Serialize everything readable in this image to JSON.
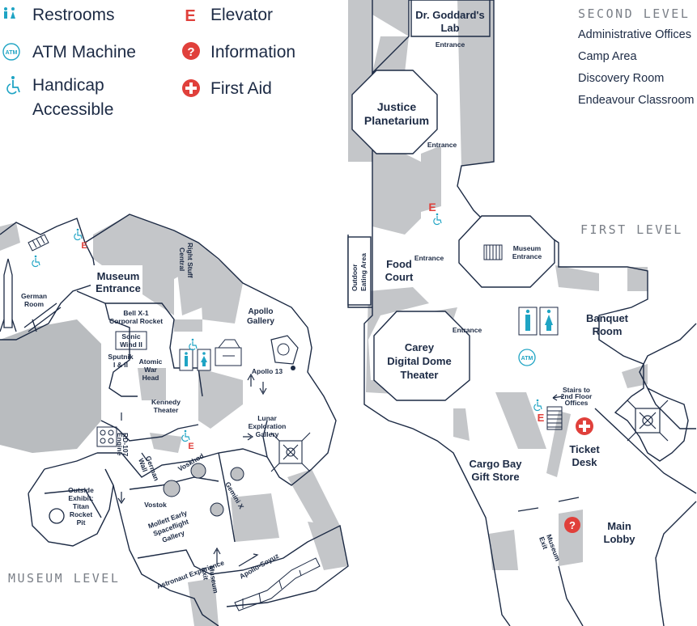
{
  "legend": [
    {
      "icon": "restroom-icon",
      "label": "Restrooms"
    },
    {
      "icon": "atm-icon",
      "label": "ATM Machine"
    },
    {
      "icon": "handicap-icon",
      "label": "Handicap",
      "label2": "Accessible"
    },
    {
      "icon": "elevator-icon",
      "label": "Elevator"
    },
    {
      "icon": "information-icon",
      "label": "Information"
    },
    {
      "icon": "first-aid-icon",
      "label": "First Aid"
    }
  ],
  "icon_glyphs": {
    "elevator": "E",
    "information": "?",
    "atm": "ATM"
  },
  "second_level": {
    "title": "SECOND LEVEL",
    "items": [
      "Administrative Offices",
      "Camp Area",
      "Discovery Room",
      "Endeavour Classroom"
    ]
  },
  "first_level": {
    "title": "FIRST LEVEL",
    "labels": {
      "goddard": [
        "Dr. Goddard's",
        "Lab"
      ],
      "planetarium": [
        "Justice",
        "Planetarium"
      ],
      "food_court": [
        "Food",
        "Court"
      ],
      "outdoor": [
        "Outdoor",
        "Eating Area"
      ],
      "museum_entrance": [
        "Museum",
        "Entrance"
      ],
      "carey": [
        "Carey",
        "Digital Dome",
        "Theater"
      ],
      "banquet": [
        "Banquet",
        "Room"
      ],
      "ticket": [
        "Ticket",
        "Desk"
      ],
      "cargo": [
        "Cargo Bay",
        "Gift Store"
      ],
      "main_lobby": [
        "Main",
        "Lobby"
      ],
      "museum_exit": [
        "Museum",
        "Exit"
      ],
      "stairs": [
        "Stairs to",
        "2nd Floor",
        "Offices"
      ],
      "entrance": "Entrance"
    }
  },
  "museum_level": {
    "title": "MUSEUM LEVEL",
    "labels": {
      "german_room": [
        "German",
        "Room"
      ],
      "museum_entrance": [
        "Museum",
        "Entrance"
      ],
      "right_stuff": [
        "Right Stuff",
        "Central"
      ],
      "bell": [
        "Bell X-1",
        "Corporal Rocket"
      ],
      "sonic": [
        "Sonic",
        "Wind II"
      ],
      "sputnik": [
        "Sputnik",
        "I & II"
      ],
      "atomic": [
        "Atomic",
        "War",
        "Head"
      ],
      "apollo_gallery": [
        "Apollo",
        "Gallery"
      ],
      "apollo13": "Apollo 13",
      "kennedy": [
        "Kennedy",
        "Theater"
      ],
      "lunar": [
        "Lunar",
        "Exploration",
        "Gallery"
      ],
      "rd107": [
        "RD-107",
        "Engine"
      ],
      "german_wall": [
        "German",
        "Wall"
      ],
      "voskhod": "Voskhod",
      "vostok": "Vostok",
      "gemini": "Gemini X",
      "mollett": [
        "Mollett Early",
        "Spaceflight",
        "Gallery"
      ],
      "outside": [
        "Outside",
        "Exhibit:",
        "Titan",
        "Rocket",
        "Pit"
      ],
      "astronaut": "Astronaut Experience",
      "apollo_soyuz": "Apollo-Soyuz",
      "museum_exit": [
        "Museum",
        "Exit"
      ]
    }
  },
  "colors": {
    "navy": "#1c2a44",
    "red": "#e0403b",
    "cyan": "#1fa4c4",
    "gray": "#c4c6c9"
  }
}
